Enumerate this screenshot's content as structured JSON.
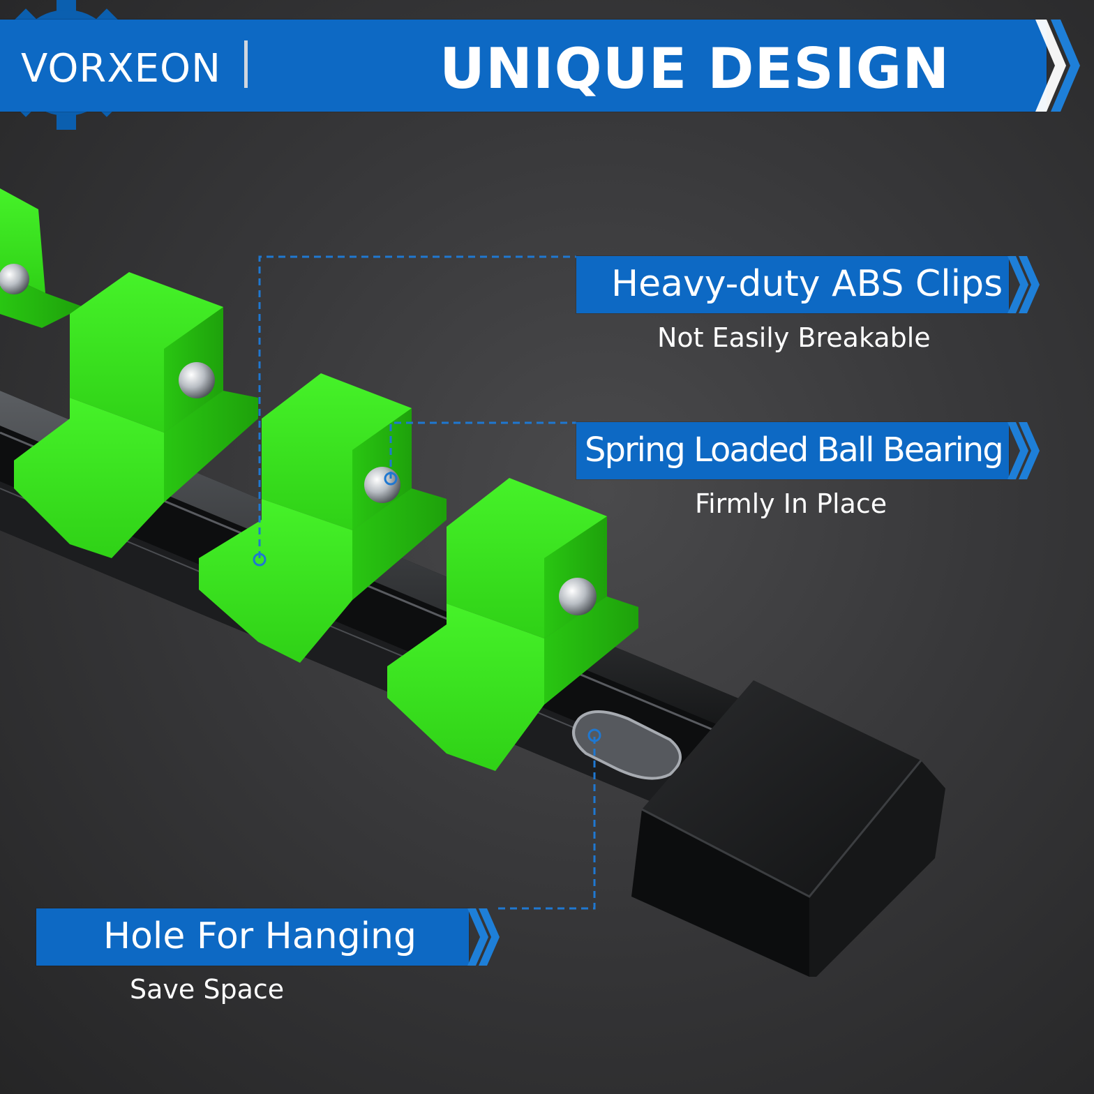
{
  "brand": {
    "name": "VORXEON"
  },
  "header": {
    "title": "UNIQUE DESIGN"
  },
  "features": [
    {
      "title": "Heavy-duty ABS Clips",
      "subtitle": "Not Easily Breakable"
    },
    {
      "title": "Spring Loaded Ball Bearing",
      "subtitle": "Firmly In Place"
    },
    {
      "title": "Hole For Hanging",
      "subtitle": "Save Space"
    }
  ],
  "colors": {
    "banner_blue": "#0d69c4",
    "accent_green": "#3ae81e",
    "background": "#3a3a3c"
  },
  "icons": [
    "gear-icon",
    "chevron-right-icon"
  ]
}
